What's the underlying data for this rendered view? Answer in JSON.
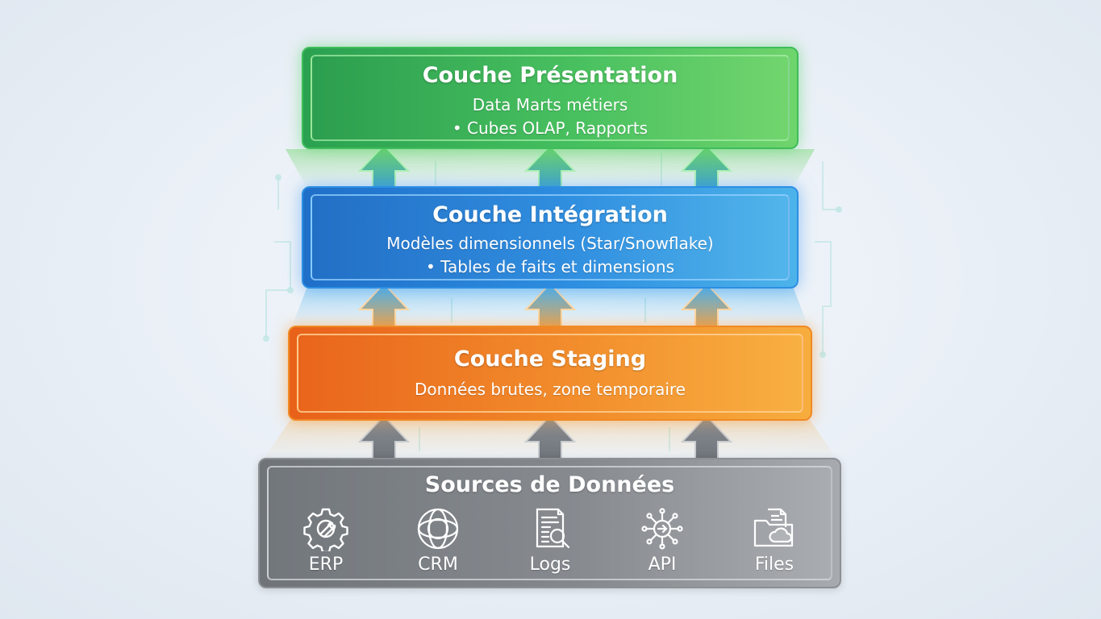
{
  "diagram": {
    "layers": {
      "presentation": {
        "title": "Couche Présentation",
        "line1": "Data Marts métiers",
        "line2": "• Cubes OLAP, Rapports",
        "color": "#45bf5f"
      },
      "integration": {
        "title": "Couche Intégration",
        "line1": "Modèles dimensionnels (Star/Snowflake)",
        "line2": "• Tables de faits et dimensions",
        "color": "#2e8ee0"
      },
      "staging": {
        "title": "Couche Staging",
        "line1": "Données brutes, zone temporaire",
        "color": "#f18a2a"
      },
      "sources": {
        "title": "Sources de Données",
        "color": "#85898e",
        "items": [
          {
            "label": "ERP",
            "icon": "gear-wrench-icon"
          },
          {
            "label": "CRM",
            "icon": "crm-network-icon"
          },
          {
            "label": "Logs",
            "icon": "document-search-icon"
          },
          {
            "label": "API",
            "icon": "api-hub-icon"
          },
          {
            "label": "Files",
            "icon": "folder-cloud-icon"
          }
        ]
      }
    },
    "connectors": {
      "direction": "up",
      "count_per_gap": 3,
      "colors": {
        "sources_to_staging": "#7b8086",
        "staging_to_integration": "#f0a24a",
        "integration_to_presentation": "#4db3ea"
      }
    }
  }
}
